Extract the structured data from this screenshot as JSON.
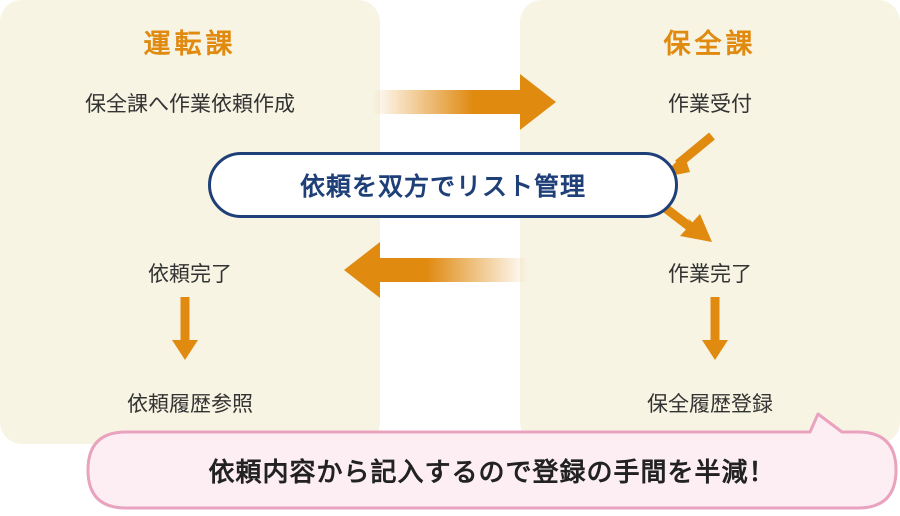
{
  "left_column": {
    "heading": "運転課",
    "steps": [
      "保全課へ作業依頼作成",
      "依頼完了",
      "依頼履歴参照"
    ]
  },
  "right_column": {
    "heading": "保全課",
    "steps": [
      "作業受付",
      "作業完了",
      "保全履歴登録"
    ]
  },
  "center_label": "依頼を双方でリスト管理",
  "callout": "依頼内容から記入するので登録の手間を半減！",
  "colors": {
    "accent_orange": "#e08a10",
    "panel_bg": "#f7f4e3",
    "pill_border": "#1e3f78",
    "bubble_fill": "#fdeef3",
    "bubble_border": "#e9a3bf"
  }
}
